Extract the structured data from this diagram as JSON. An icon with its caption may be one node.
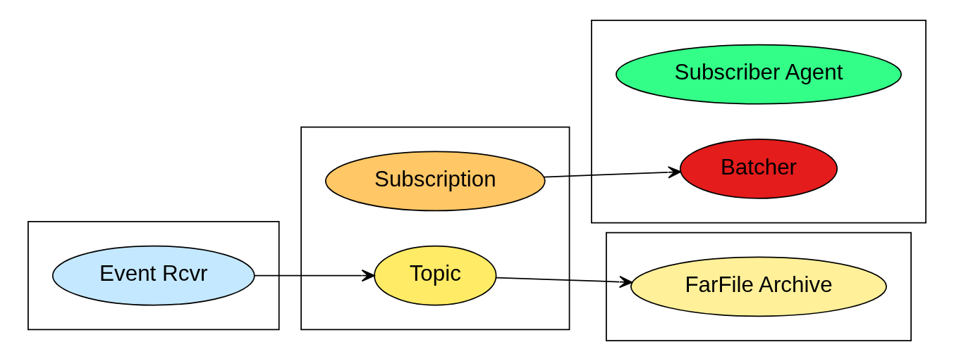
{
  "diagram": {
    "nodes": [
      {
        "text": [],
        "shape": "box"
      },
      {
        "text": [
          "Event Rcvr"
        ],
        "in": 0
      },
      {
        "text": [],
        "shape": "box"
      },
      {
        "text": [
          "Subscription"
        ],
        "in": 2
      },
      {
        "text": [
          "Topic"
        ],
        "in": 2
      },
      {
        "text": [],
        "shape": "box"
      },
      {
        "text": [
          "Subscriber Agent"
        ],
        "in": 5
      },
      {
        "text": [
          "Batcher"
        ],
        "in": 5
      },
      {
        "text": [],
        "shape": "box"
      },
      {
        "text": [
          "FarFile Archive"
        ],
        "in": 8
      }
    ],
    "edges": [
      {
        "from": 1,
        "to": 4,
        "arrow": "to"
      },
      {
        "from": 3,
        "to": 7,
        "arrow": "to"
      },
      {
        "from": 4,
        "to": 9,
        "arrow": "to"
      }
    ]
  }
}
